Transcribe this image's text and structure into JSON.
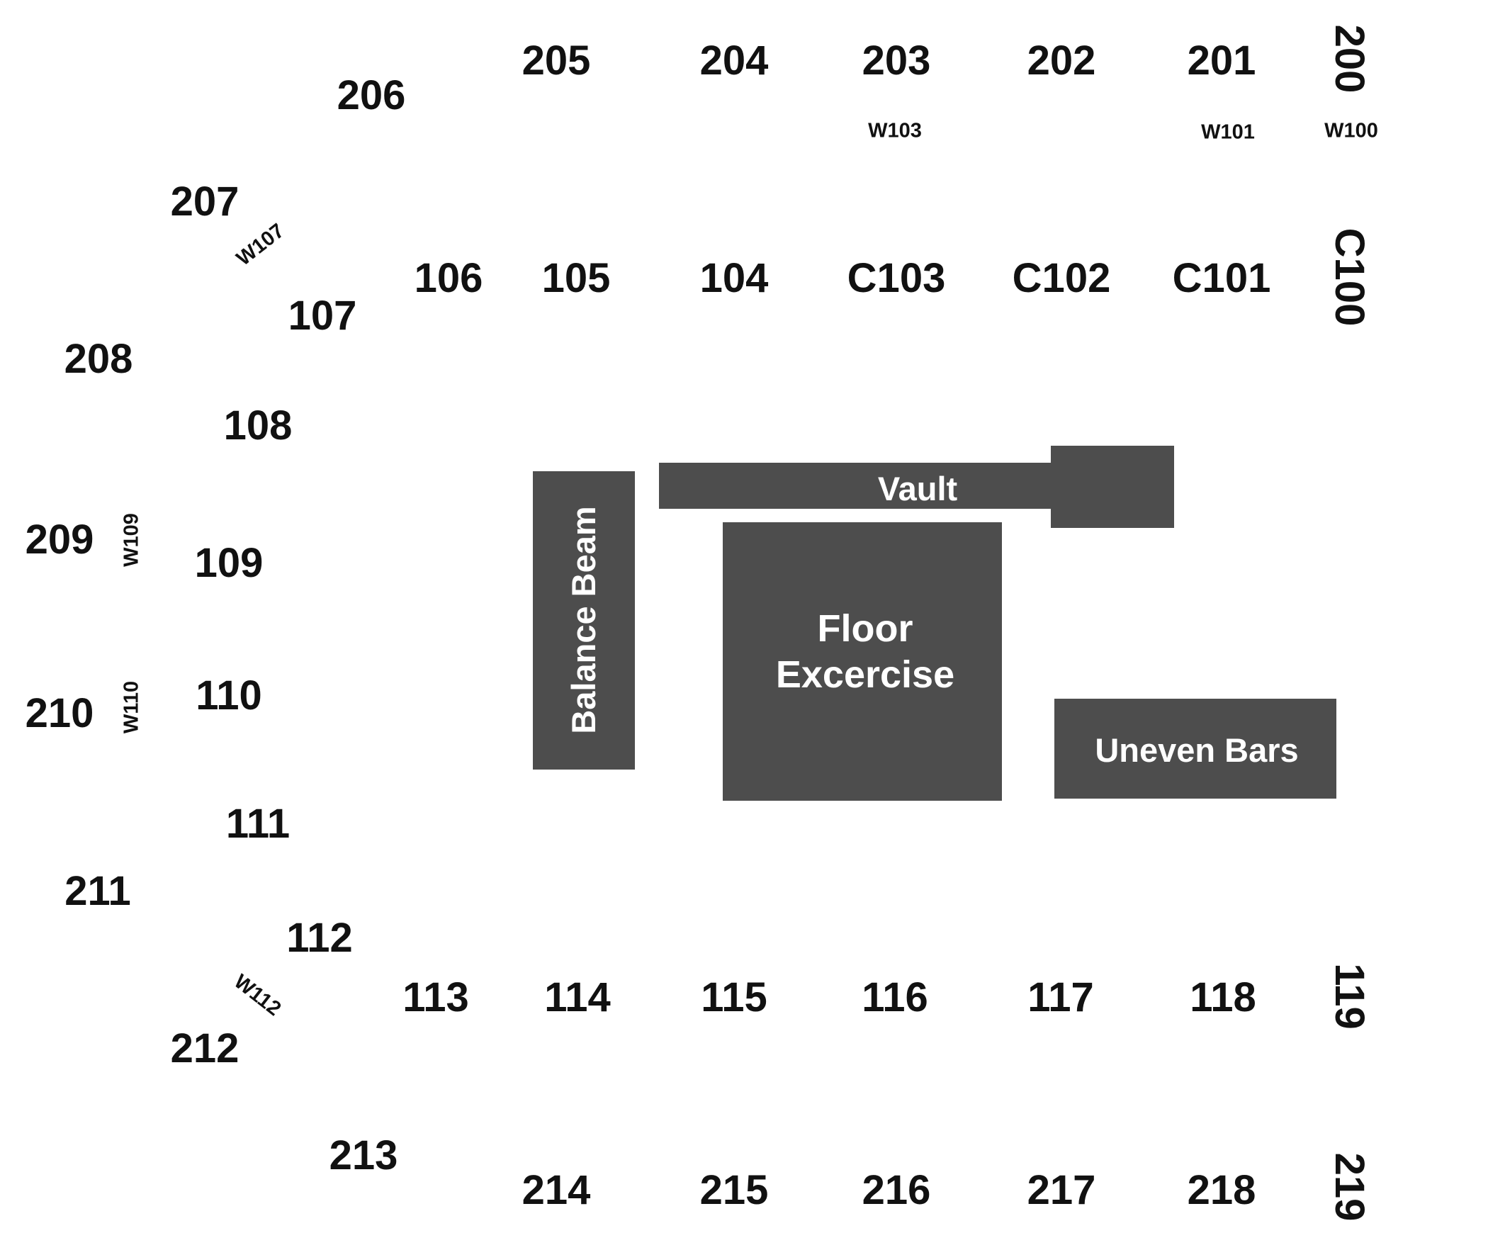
{
  "sections": {
    "s200": "200",
    "s201": "201",
    "s202": "202",
    "s203": "203",
    "s204": "204",
    "s205": "205",
    "s206": "206",
    "s207": "207",
    "s208": "208",
    "s209": "209",
    "s210": "210",
    "s211": "211",
    "s212": "212",
    "s213": "213",
    "s214": "214",
    "s215": "215",
    "s216": "216",
    "s217": "217",
    "s218": "218",
    "s219": "219",
    "c100": "C100",
    "c101": "C101",
    "c102": "C102",
    "c103": "C103",
    "s104": "104",
    "s105": "105",
    "s106": "106",
    "s107": "107",
    "s108": "108",
    "s109": "109",
    "s110": "110",
    "s111": "111",
    "s112": "112",
    "s113": "113",
    "s114": "114",
    "s115": "115",
    "s116": "116",
    "s117": "117",
    "s118": "118",
    "s119": "119"
  },
  "wheelchair": {
    "w100": "W100",
    "w101": "W101",
    "w103": "W103",
    "w107": "W107",
    "w109": "W109",
    "w110": "W110",
    "w112": "W112"
  },
  "events": {
    "vault": "Vault",
    "balance_beam": "Balance Beam",
    "floor_line1": "Floor",
    "floor_line2": "Excercise",
    "uneven_bars": "Uneven Bars"
  },
  "colors": {
    "event_fill": "#4d4d4d",
    "label_text": "#111111",
    "event_text": "#ffffff"
  }
}
